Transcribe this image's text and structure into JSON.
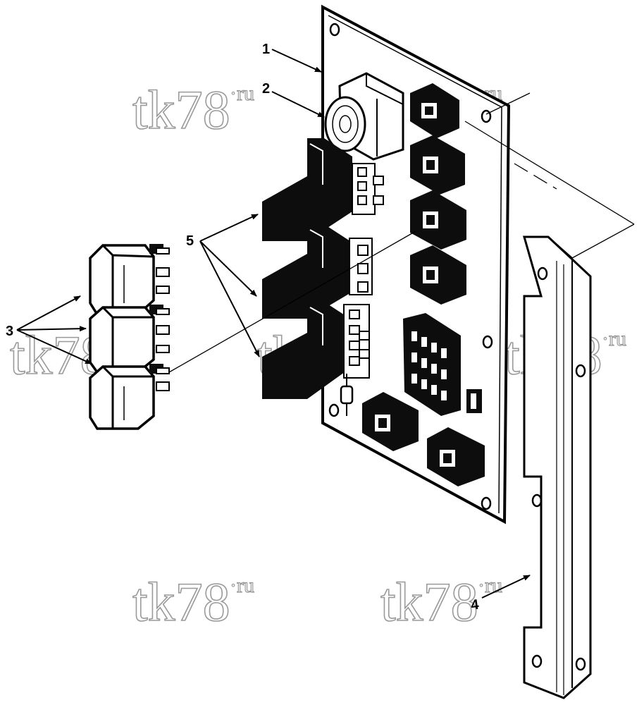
{
  "diagram": {
    "callouts": [
      {
        "id": "1",
        "label": "1"
      },
      {
        "id": "2",
        "label": "2"
      },
      {
        "id": "3",
        "label": "3"
      },
      {
        "id": "4",
        "label": "4"
      },
      {
        "id": "5",
        "label": "5"
      }
    ],
    "watermark": {
      "main": "tk78",
      "sub": "·ru"
    }
  }
}
